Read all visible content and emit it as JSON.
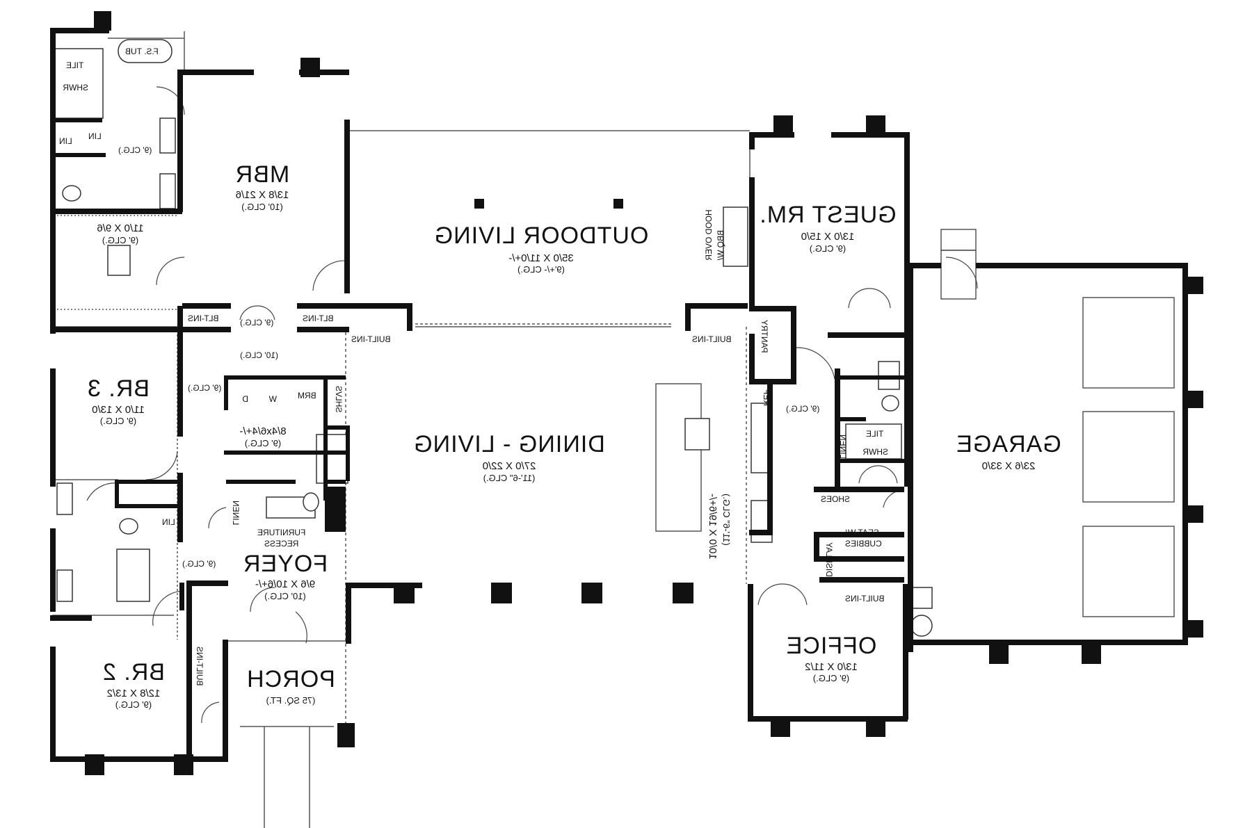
{
  "rooms": {
    "mbr": {
      "name": "MBR",
      "size": "13/8 X 21/6",
      "clg": "(10' CLG.)"
    },
    "outdoor": {
      "name": "OUTDOOR LIVING",
      "size": "35/0 X 11/0+/-",
      "clg": "(9'+/- CLG.)"
    },
    "guest": {
      "name": "GUEST RM.",
      "size": "13/0 X 15/0",
      "clg": "(9' CLG.)"
    },
    "br3": {
      "name": "BR. 3",
      "size": "11/0 X 13/0",
      "clg": "(9' CLG.)"
    },
    "dining": {
      "name": "DINING - LIVING",
      "size": "27/0 X 22/0",
      "clg": "(11'-6\" CLG.)"
    },
    "garage": {
      "name": "GARAGE",
      "size": "23/6 X 33/0"
    },
    "foyer": {
      "name": "FOYER",
      "size": "9/6 X 10/6+/-",
      "clg": "(10' CLG.)"
    },
    "br2": {
      "name": "BR. 2",
      "size": "12/8 X 13/2",
      "clg": "(9' CLG.)"
    },
    "porch": {
      "name": "PORCH",
      "size": "(75 SQ. FT.)"
    },
    "office": {
      "name": "OFFICE",
      "size": "13/0 X 11/2",
      "clg": "(9' CLG.)"
    },
    "kitchen": {
      "size": "10/0 X 19/6+/-",
      "clg": "(11'-6\" CLG.)"
    },
    "closet": {
      "size": "11/0 X 9/6",
      "clg": "(9' CLG.)"
    },
    "laundry": {
      "size": "8/4x6/4+/-",
      "clg": "(9' CLG.)"
    }
  },
  "labels": {
    "fs_tub": "F.S. TUB",
    "tile": "TILE",
    "shwr": "SHWR",
    "lin": "LIN",
    "clg9": "(9' CLG.)",
    "clg10": "(10' CLG.)",
    "blt_ins": "BLT-INS",
    "built_ins": "BUILT-INS",
    "hood": "HOOD OVER",
    "bbq": "BBQ W/",
    "pantry": "PANTRY",
    "ref": "REF",
    "linen": "LINEN",
    "shoes": "SHOES",
    "seat": "SEAT W/",
    "cubbies": "CUBBIES",
    "display": "DISPLAY",
    "shlvs": "SHLVS",
    "furniture": "FURNITURE",
    "recess": "RECESS",
    "w": "W",
    "d": "D",
    "brm": "BRM"
  }
}
